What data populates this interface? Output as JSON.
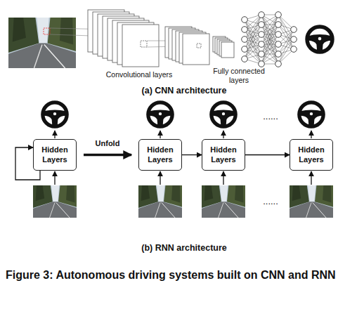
{
  "diagram": {
    "caption": "Figure 3: Autonomous driving systems built on CNN and RNN",
    "nodes": [
      {
        "text": [
          "Hidden Layers"
        ]
      },
      {
        "text": [
          "Hidden Layers"
        ]
      },
      {
        "text": [
          "Hidden Layers"
        ]
      },
      {
        "text": [
          "Hidden Layers"
        ]
      }
    ],
    "edges": [
      {
        "from": 0,
        "to": 1,
        "arrow": "to",
        "label": "Unfold"
      },
      {
        "from": 0,
        "to": 0,
        "arrow": "to"
      },
      {
        "from": 1,
        "to": 2,
        "arrow": "to"
      },
      {
        "from": 2,
        "to": 3,
        "arrow": "to"
      }
    ],
    "labels": [
      "Convolutional layers",
      "Fully connected layers",
      "(a) CNN architecture",
      "......",
      "......",
      "(b) RNN architecture"
    ]
  }
}
